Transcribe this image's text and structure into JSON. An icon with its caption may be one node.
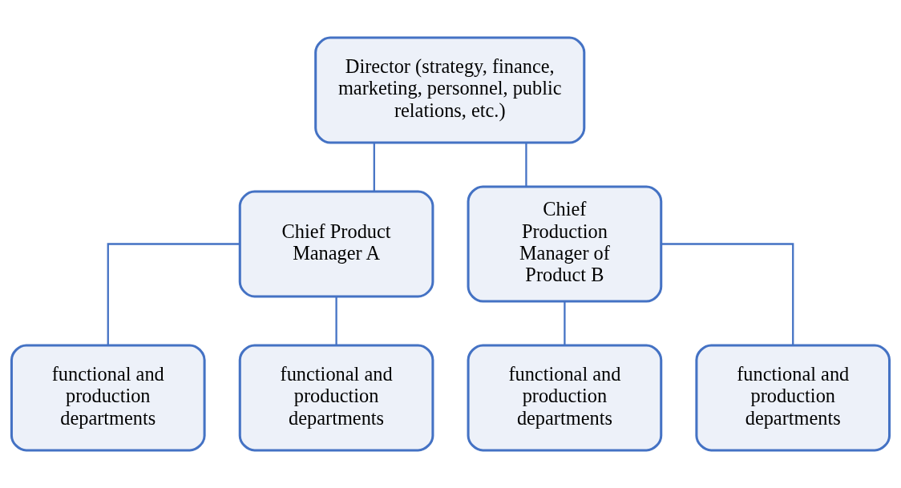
{
  "diagram": {
    "nodes": [
      {
        "text": [
          "Director (strategy, finance, marketing, personnel, public relations, etc.)"
        ]
      },
      {
        "text": [
          "Chief Product Manager A"
        ]
      },
      {
        "text": [
          "Chief Production Manager of Product B"
        ]
      },
      {
        "text": [
          "functional and production departments"
        ]
      },
      {
        "text": [
          "functional and production departments"
        ]
      },
      {
        "text": [
          "functional and production departments"
        ]
      },
      {
        "text": [
          "functional and production departments"
        ]
      }
    ],
    "edges": [
      {
        "from": 0,
        "to": 1,
        "arrow": "none"
      },
      {
        "from": 0,
        "to": 2,
        "arrow": "none"
      },
      {
        "from": 1,
        "to": 3,
        "arrow": "none"
      },
      {
        "from": 1,
        "to": 4,
        "arrow": "none"
      },
      {
        "from": 2,
        "to": 5,
        "arrow": "none"
      },
      {
        "from": 2,
        "to": 6,
        "arrow": "none"
      }
    ]
  }
}
